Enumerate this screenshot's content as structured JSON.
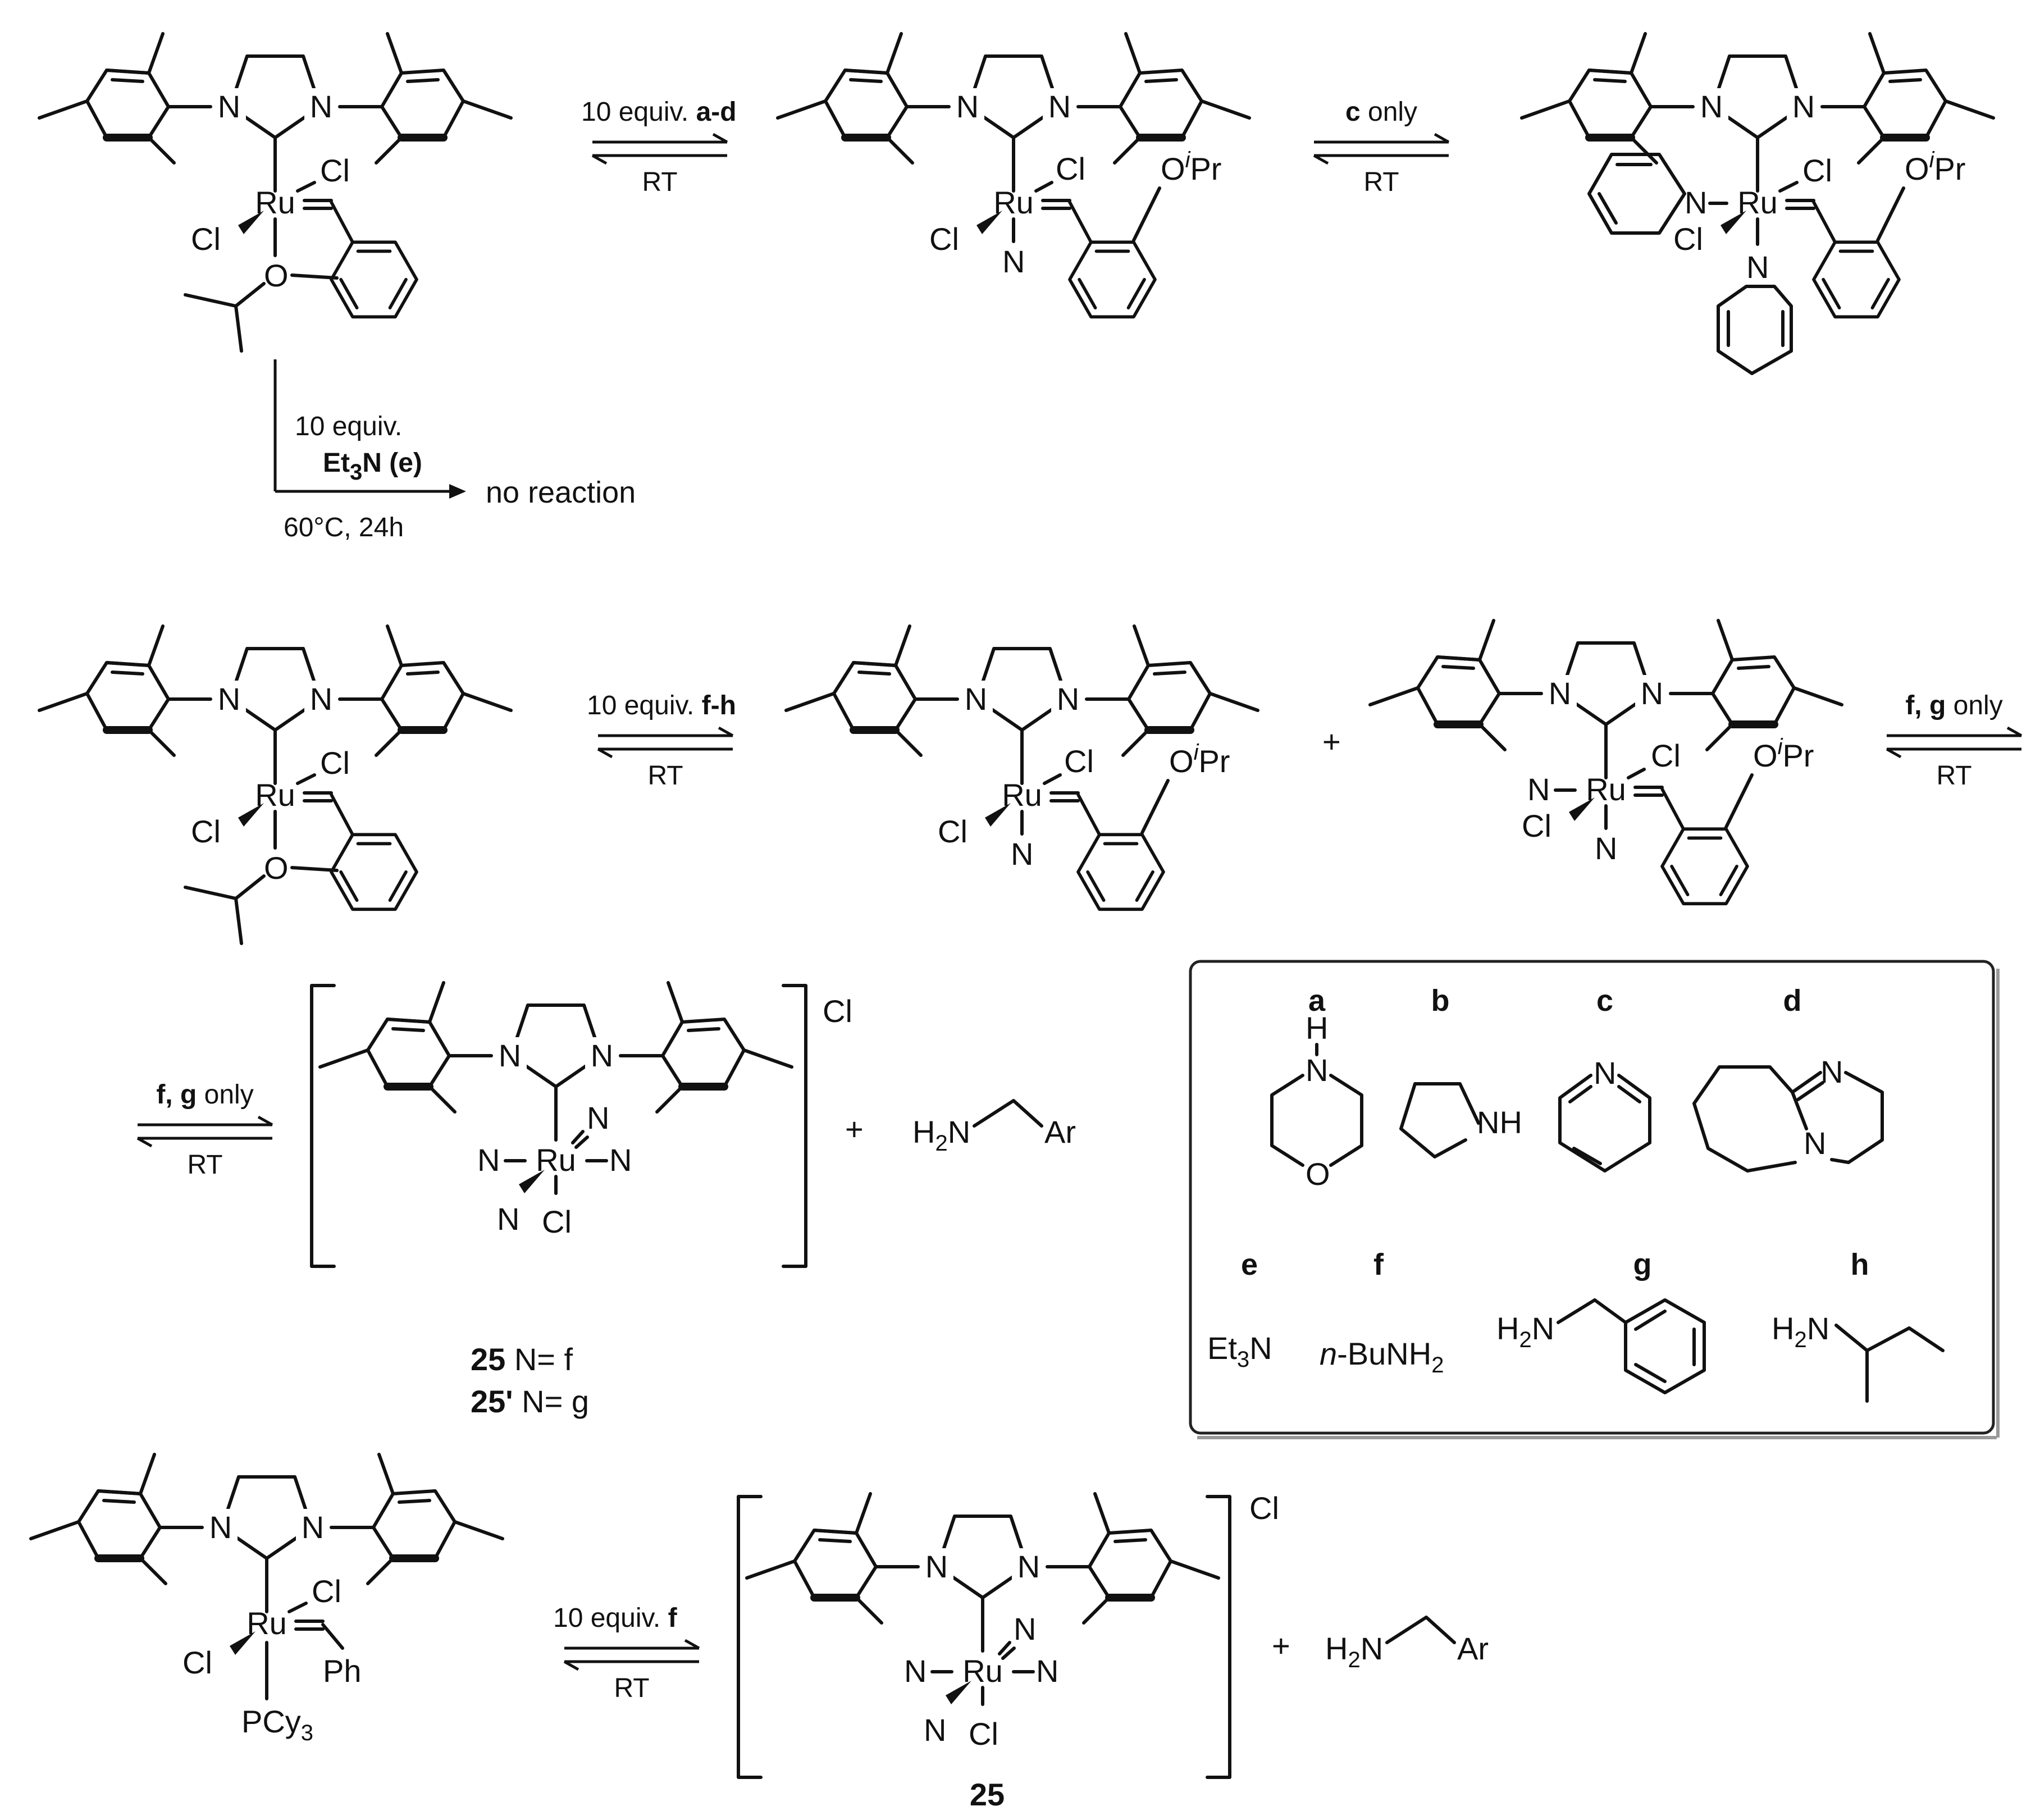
{
  "atoms": {
    "ru": "Ru",
    "n": "N",
    "o": "O",
    "cl": "Cl",
    "ph": "Ph",
    "pcy3_main": "PCy",
    "pcy3_sub": "3",
    "oipr_o": "O",
    "oipr_i": "i",
    "oipr_pr": "Pr",
    "nh": "NH",
    "h": "H",
    "h2n_main": "H",
    "h2n_sub": "2",
    "h2n_n": "N",
    "ar": "Ar",
    "plus": "+"
  },
  "conditions": {
    "r1_top_pre": "10 equiv. ",
    "r1_top_bold": "a-d",
    "rt": "RT",
    "r2_top_bold": "c",
    "r2_top_post": " only",
    "et3n_l1": "10 equiv.",
    "et3n_l2_a": "Et",
    "et3n_l2_sub": "3",
    "et3n_l2_b": "N (e)",
    "et3n_l3": "60°C, 24h",
    "no_reaction": "no reaction",
    "r3_top_pre": "10 equiv. ",
    "r3_top_bold": "f-h",
    "r4_top_bold": "f, g",
    "r4_top_post": " only",
    "r6_top_pre": "10 equiv. ",
    "r6_top_bold": "f"
  },
  "labels": {
    "c25": "25",
    "c25_text": " N= f",
    "c25p": "25'",
    "c25p_text": " N= g",
    "c25_bottom": "25"
  },
  "legend": {
    "a": "a",
    "b": "b",
    "c": "c",
    "d": "d",
    "e": "e",
    "f": "f",
    "g": "g",
    "h": "h",
    "e_et": "Et",
    "e_sub": "3",
    "e_n": "N",
    "f_n": "n",
    "f_rest": "-BuNH",
    "f_sub": "2"
  }
}
